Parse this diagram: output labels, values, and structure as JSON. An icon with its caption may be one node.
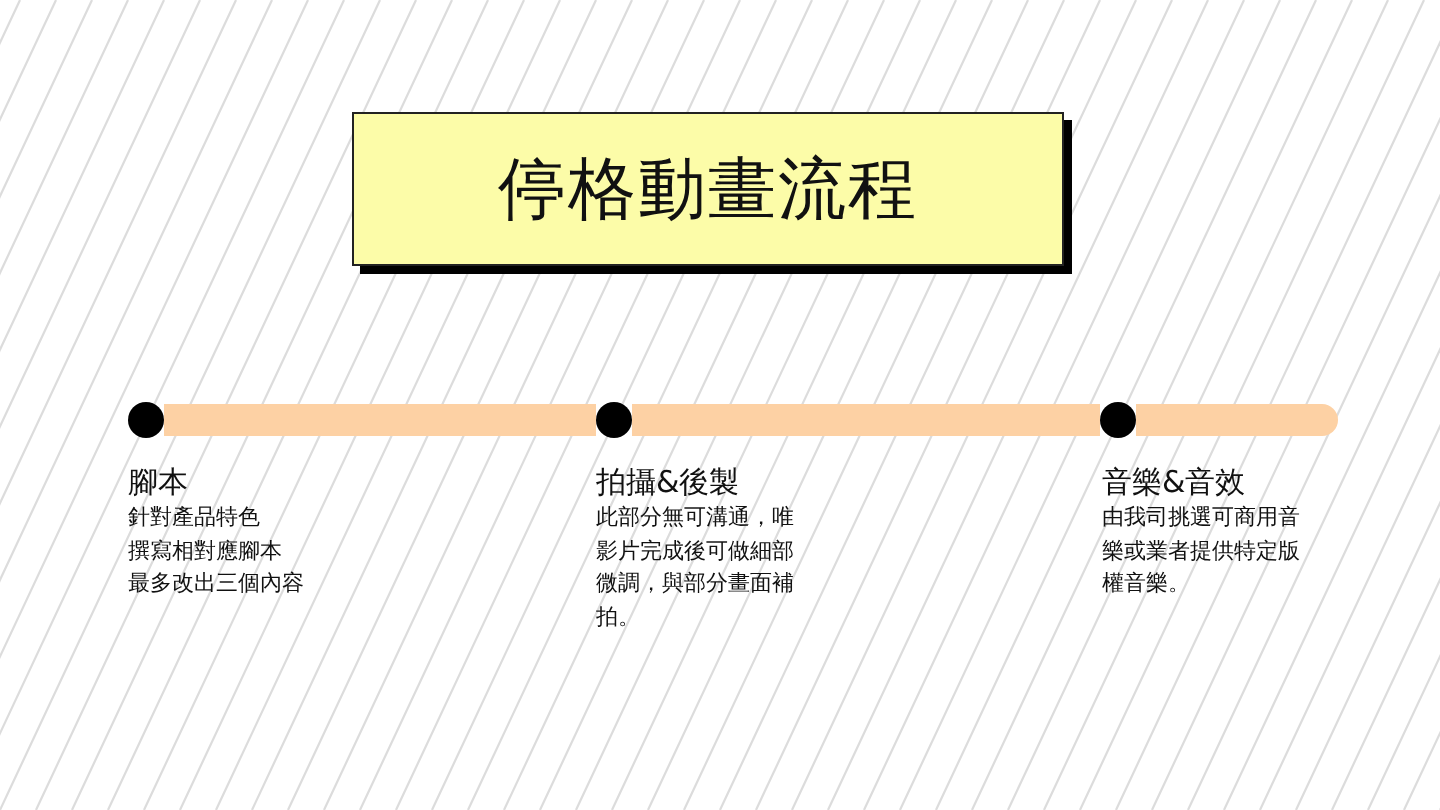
{
  "diagram": {
    "title": "停格動畫流程",
    "nodes": [
      {
        "text": [],
        "shape": "circle",
        "beside": [
          "腳本",
          "針對產品特色",
          "撰寫相對應腳本",
          "最多改出三個內容"
        ]
      },
      {
        "text": [],
        "shape": "circle",
        "beside": [
          "拍攝&後製",
          "此部分無可溝通，唯影片完成後可做細部微調，與部分畫面補拍。"
        ]
      },
      {
        "text": [],
        "shape": "circle",
        "beside": [
          "音樂&音效",
          "由我司挑選可商用音樂或業者提供特定版權音樂。"
        ]
      }
    ],
    "edges": [
      {
        "from": 0,
        "to": 1,
        "arrow": "none"
      },
      {
        "from": 1,
        "to": 2,
        "arrow": "none"
      },
      {
        "from": 2,
        "to": null,
        "arrow": "none"
      }
    ]
  }
}
